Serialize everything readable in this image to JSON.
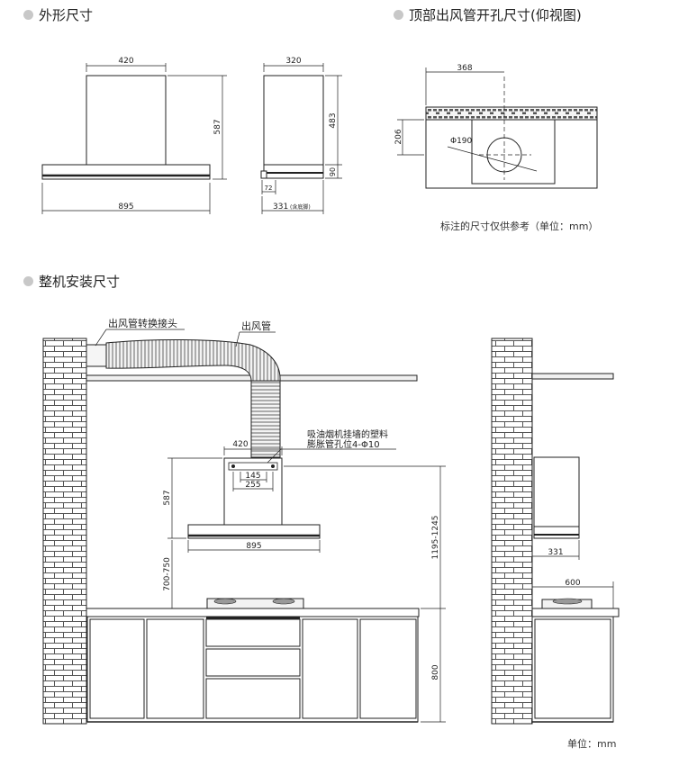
{
  "headings": {
    "outline": "外形尺寸",
    "top_opening": "顶部出风管开孔尺寸(仰视图)",
    "install": "整机安装尺寸"
  },
  "notes": {
    "reference": "标注的尺寸仅供参考（单位：mm）",
    "unit": "单位：mm"
  },
  "front_view": {
    "top_width": "420",
    "height": "587",
    "bottom_width": "895"
  },
  "side_view": {
    "top_depth": "320",
    "upper_height": "483",
    "base_height": "90",
    "foot": "72",
    "depth": "331",
    "depth_note": "(含底脚)"
  },
  "top_view": {
    "offset": "368",
    "depth": "206",
    "diameter": "Φ190"
  },
  "install_view": {
    "connector_label": "出风管转换接头",
    "duct_label": "出风管",
    "anchor_label_1": "吸油烟机挂墙的塑料",
    "anchor_label_2": "膨胀管孔位4-Φ10",
    "top_width": "420",
    "hole_spacing_inner": "145",
    "hole_spacing_outer": "255",
    "height": "587",
    "width": "895",
    "hob_clearance": "700-750",
    "mount_height": "1195-1245",
    "counter_height": "800",
    "side_depth": "331",
    "counter_depth": "600"
  }
}
